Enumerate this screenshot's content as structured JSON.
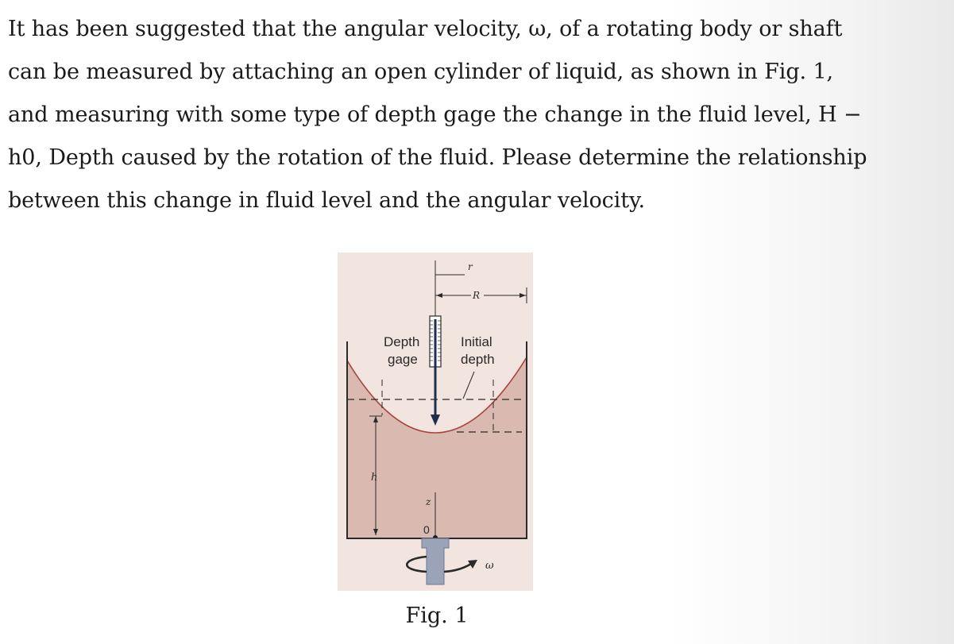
{
  "problem": {
    "lines": [
      "It has been suggested that the angular velocity, ω, of a rotating body or shaft",
      "can be measured by attaching an open cylinder of liquid, as shown in Fig. 1,",
      "and measuring with some type of depth gage the change in the fluid level, H −",
      "h0, Depth caused by the rotation of the fluid. Please determine the relationship",
      "between this change in fluid level and the angular velocity."
    ]
  },
  "figure": {
    "caption": "Fig. 1",
    "labels": {
      "r": "r",
      "R": "R",
      "depth_gage_line1": "Depth",
      "depth_gage_line2": "gage",
      "initial_depth_line1": "Initial",
      "initial_depth_line2": "depth",
      "h": "h",
      "z": "z",
      "origin": "0",
      "omega": "ω"
    },
    "colors": {
      "panel_background": "#f2e4df",
      "liquid": "#d9b9b0",
      "free_surface": "#a8433c",
      "wall": "#2a2a2a",
      "shaft": "#9aa3b8",
      "gage_arrow": "#1f2f4a"
    }
  }
}
